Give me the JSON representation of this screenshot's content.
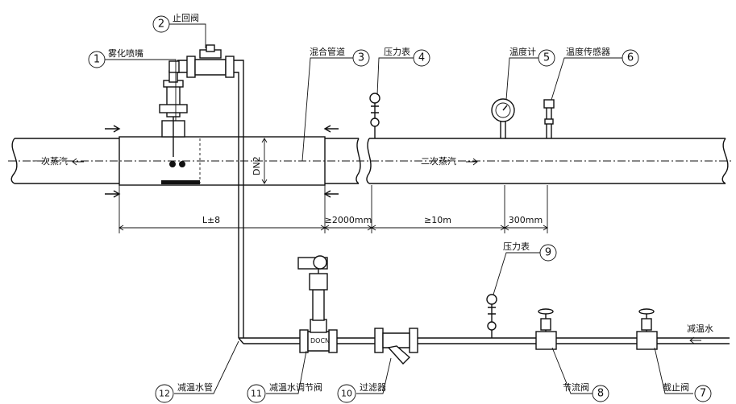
{
  "callouts": [
    {
      "num": "1",
      "label": "雾化喷嘴"
    },
    {
      "num": "2",
      "label": "止回阀"
    },
    {
      "num": "3",
      "label": "混合管道"
    },
    {
      "num": "4",
      "label": "压力表"
    },
    {
      "num": "5",
      "label": "温度计"
    },
    {
      "num": "6",
      "label": "温度传感器"
    },
    {
      "num": "7",
      "label": "截止阀"
    },
    {
      "num": "8",
      "label": "节流阀"
    },
    {
      "num": "9",
      "label": "压力表"
    },
    {
      "num": "10",
      "label": "过滤器"
    },
    {
      "num": "11",
      "label": "减温水调节阀"
    },
    {
      "num": "12",
      "label": "减温水管"
    }
  ],
  "flow_labels": {
    "primary_steam": "一次蒸汽",
    "secondary_steam": "二次蒸汽",
    "desuperheating_water": "减温水"
  },
  "dimensions": {
    "mixing_length": "L±8",
    "straight_run": "≥2000mm",
    "distance_10m": "≥10m",
    "sensor_gap": "300mm",
    "diameter": "DN2"
  },
  "valve_brand": "DOCN"
}
